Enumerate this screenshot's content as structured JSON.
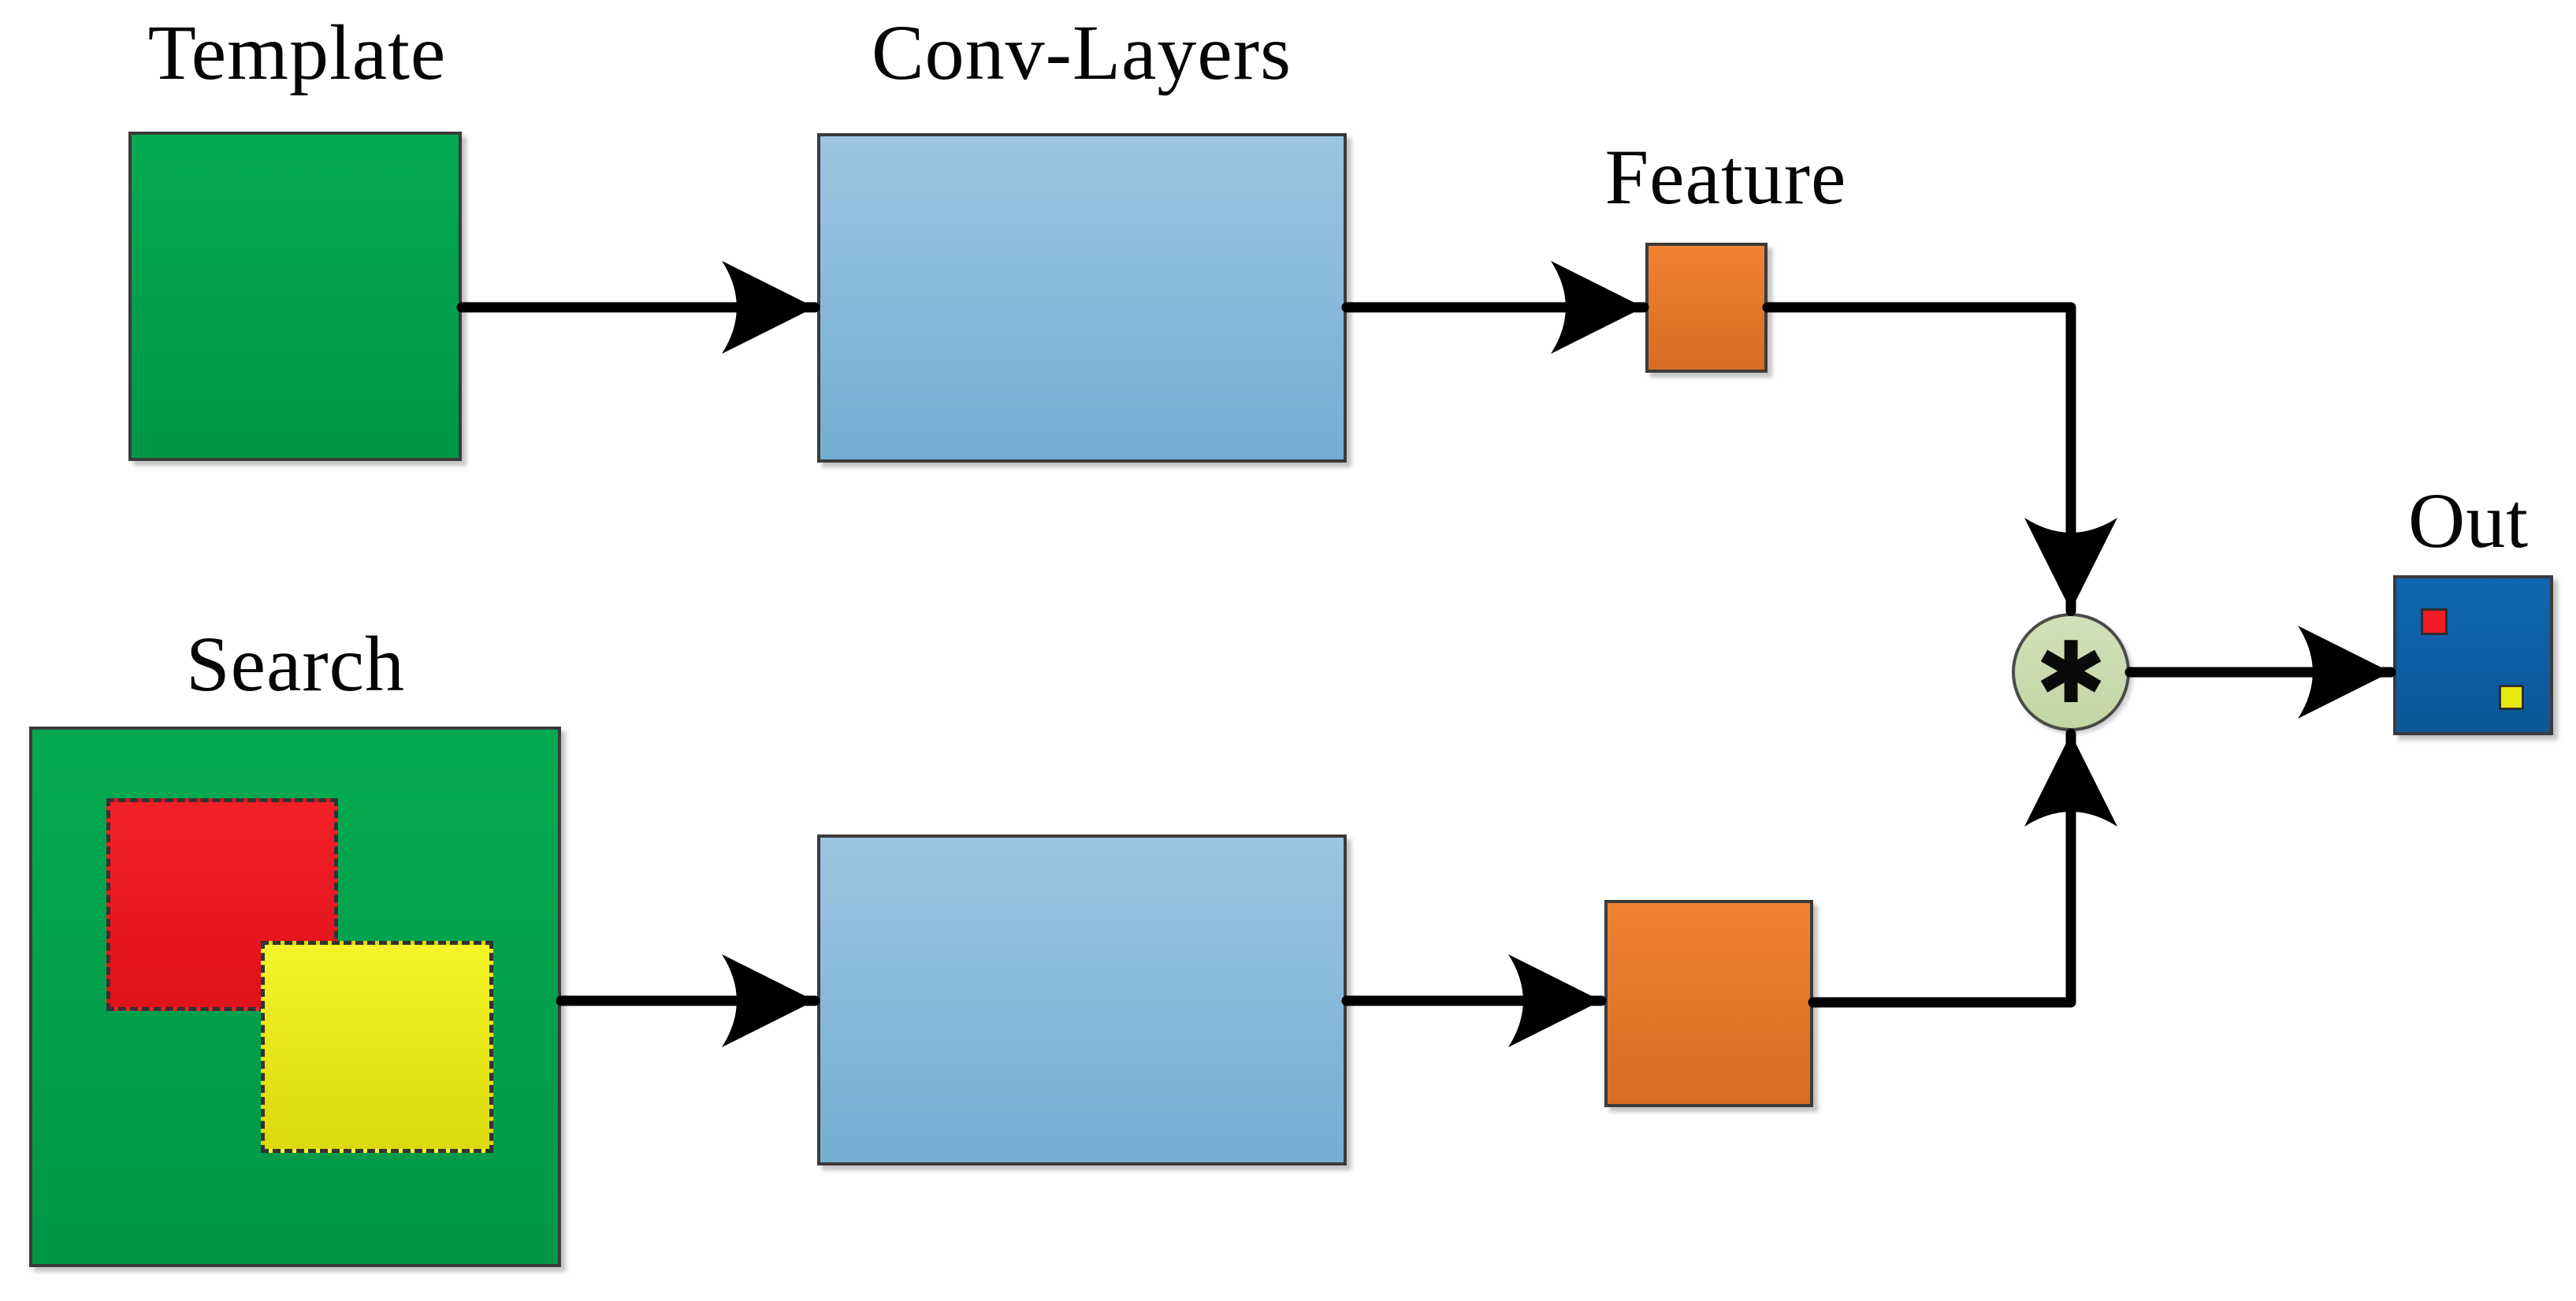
{
  "nodes": {
    "template": {
      "label": "Template"
    },
    "conv_top": {
      "label": "Conv-Layers"
    },
    "feature_top": {
      "label": "Feature"
    },
    "search": {
      "label": "Search"
    },
    "conv_bottom": {
      "label": ""
    },
    "feature_bottom": {
      "label": ""
    },
    "operator": {
      "symbol": "✱"
    },
    "out": {
      "label": "Out"
    }
  },
  "edges": [
    {
      "from": "template",
      "to": "conv_top"
    },
    {
      "from": "conv_top",
      "to": "feature_top"
    },
    {
      "from": "feature_top",
      "to": "operator"
    },
    {
      "from": "search",
      "to": "conv_bottom"
    },
    {
      "from": "conv_bottom",
      "to": "feature_bottom"
    },
    {
      "from": "feature_bottom",
      "to": "operator"
    },
    {
      "from": "operator",
      "to": "out"
    }
  ],
  "colors": {
    "green": "#00a14e",
    "conv_blue": "#85b7d9",
    "feature_orange": "#e87a2e",
    "operator_circle": "#ccdcae",
    "out_blue": "#0e63ae",
    "target_red": "#ee1c25",
    "target_yellow": "#e9e912",
    "line_black": "#000000",
    "shape_border": "#3b3b3b"
  }
}
